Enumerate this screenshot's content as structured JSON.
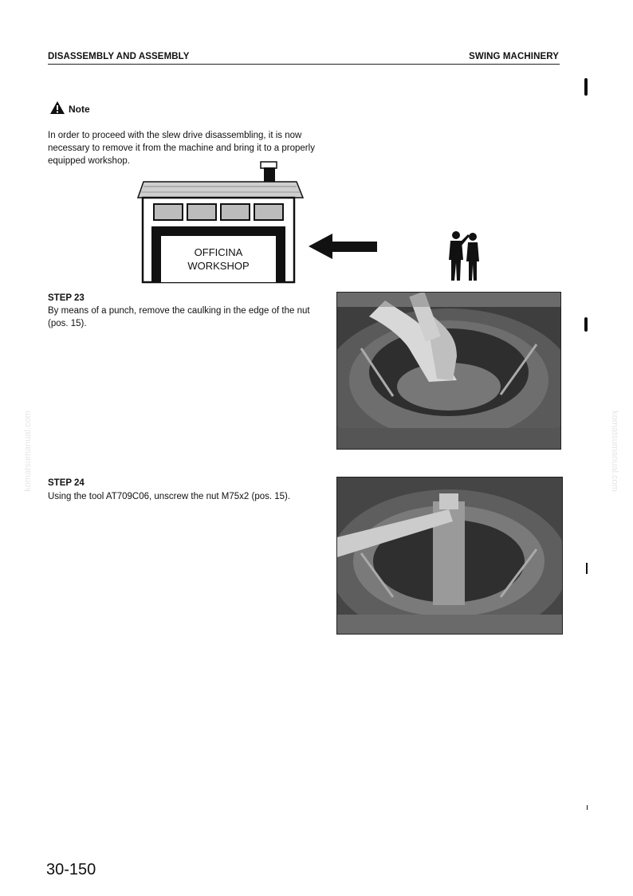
{
  "header": {
    "left": "DISASSEMBLY AND ASSEMBLY",
    "right": "SWING MACHINERY"
  },
  "note": {
    "title": "Note",
    "icon": "warning-triangle-icon",
    "text": "In order to proceed with the slew drive disassembling, it is now necessary to remove it from the machine and bring it to a properly equipped workshop."
  },
  "workshop_figure": {
    "sign_line1": "OFFICINA",
    "sign_line2": "WORKSHOP",
    "arrow_icon": "left-arrow-icon",
    "people_icon": "two-people-pointing-icon"
  },
  "steps": [
    {
      "title": "STEP 23",
      "text": "By means of a punch, remove the caulking in the edge of the nut (pos. 15)."
    },
    {
      "title": "STEP 24",
      "text": "Using the tool AT709C06, unscrew the nut M75x2 (pos. 15)."
    }
  ],
  "watermark": "komatsumanual.com",
  "page_number": "30-150"
}
